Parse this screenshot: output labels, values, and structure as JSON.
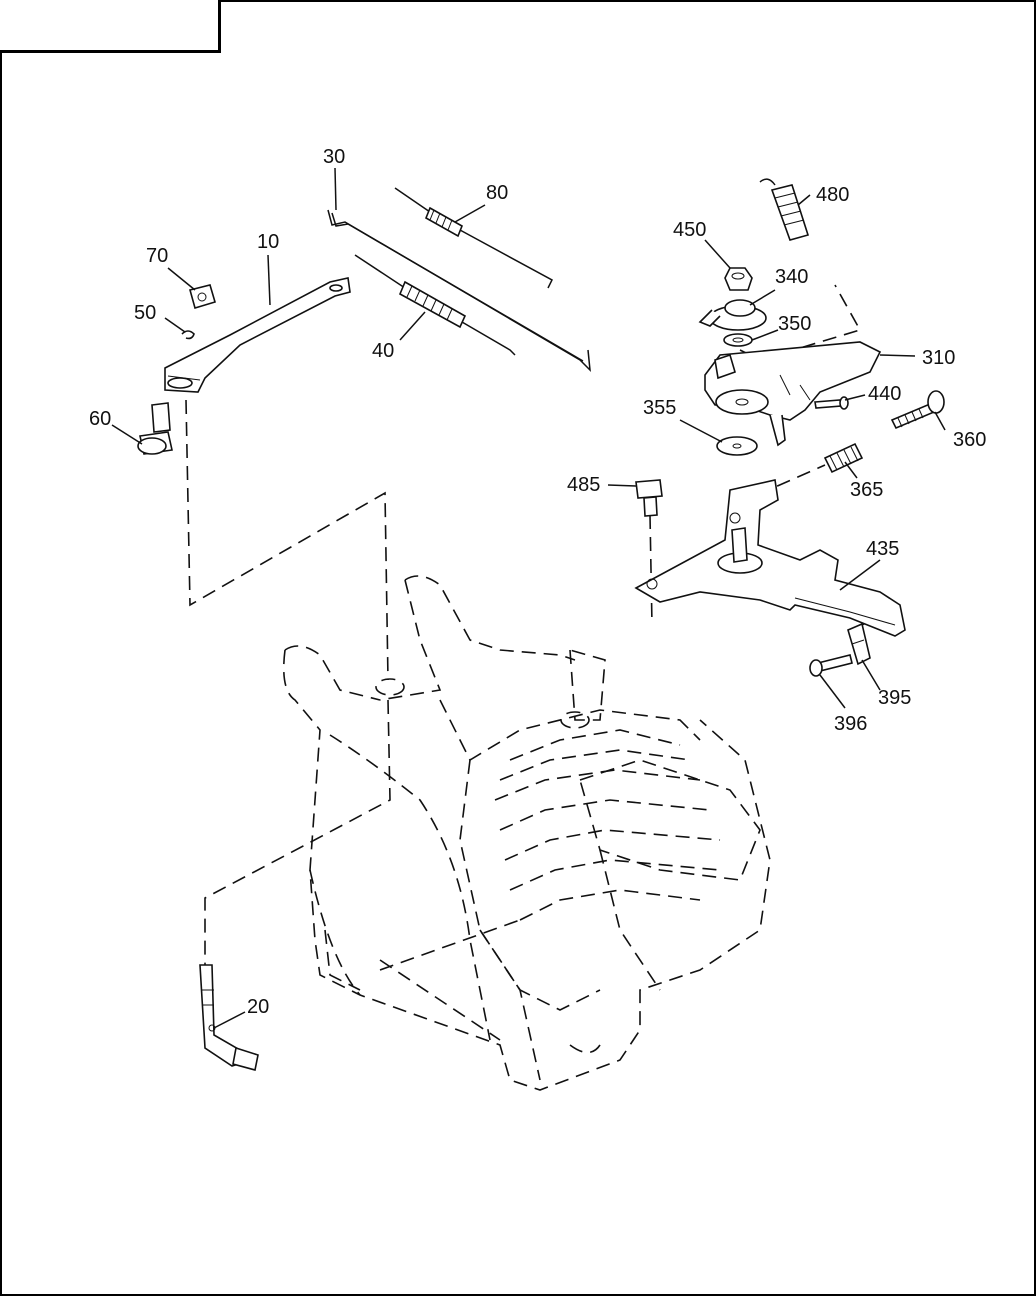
{
  "title_box": {
    "text": ""
  },
  "callouts": {
    "c10": "10",
    "c20": "20",
    "c30": "30",
    "c40": "40",
    "c50": "50",
    "c60": "60",
    "c70": "70",
    "c80": "80",
    "c310": "310",
    "c340": "340",
    "c350": "350",
    "c355": "355",
    "c360": "360",
    "c365": "365",
    "c395": "395",
    "c396": "396",
    "c435": "435",
    "c440": "440",
    "c450": "450",
    "c480": "480",
    "c485": "485"
  }
}
